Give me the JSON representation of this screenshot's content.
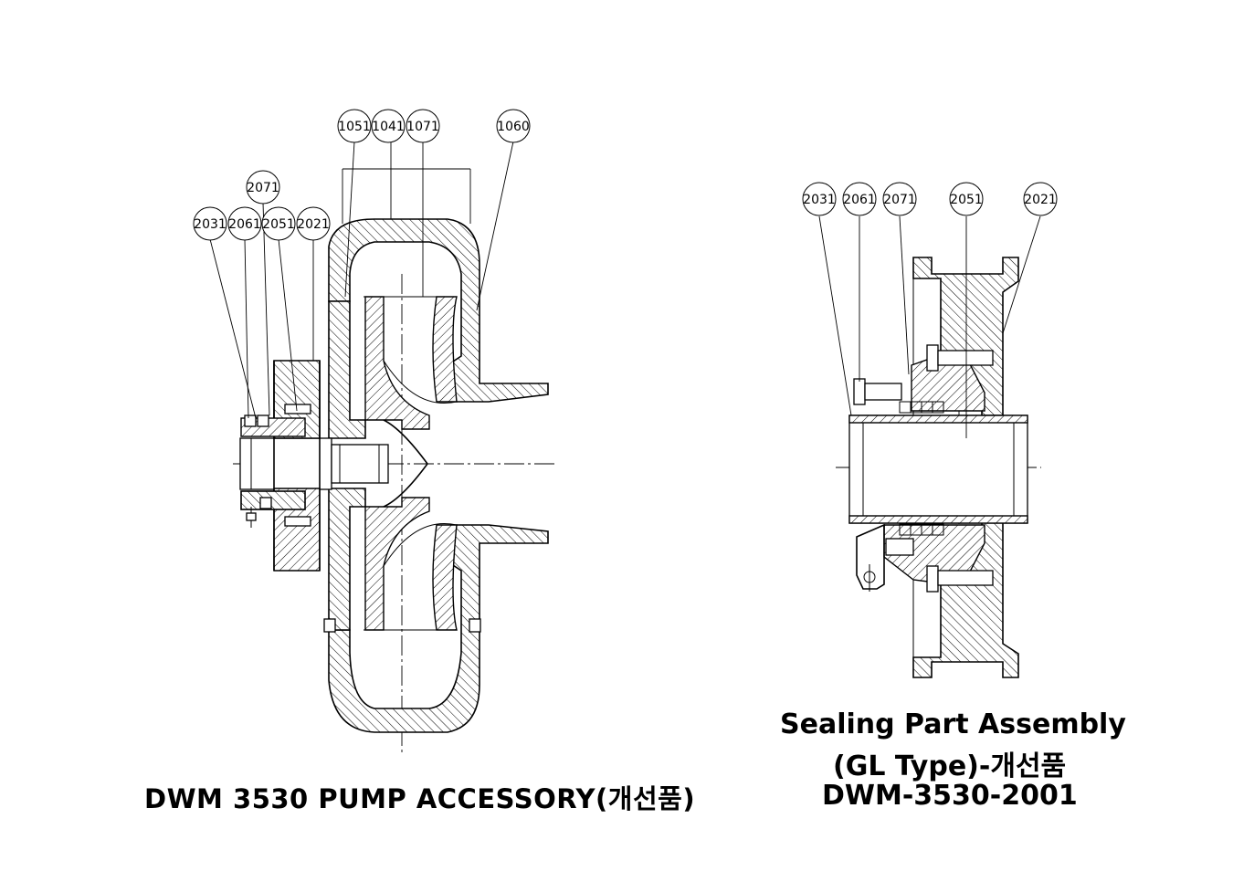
{
  "left_figure": {
    "callouts": [
      "1051",
      "1041",
      "1071",
      "1060",
      "2071",
      "2031",
      "2061",
      "2051",
      "2021"
    ],
    "title": "DWM 3530 PUMP ACCESSORY(개선품)"
  },
  "right_figure": {
    "callouts": [
      "2031",
      "2061",
      "2071",
      "2051",
      "2021"
    ],
    "title_line1": "Sealing Part Assembly",
    "title_line2": "(GL Type)-개선품",
    "title_line3": "DWM-3530-2001"
  }
}
